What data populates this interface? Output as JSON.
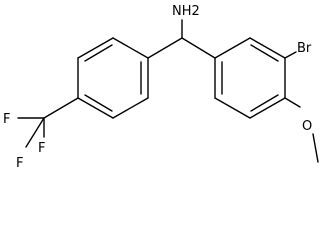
{
  "molecule": {
    "labels": {
      "nh2": "NH2",
      "br": "Br",
      "o": "O",
      "f_top": "F",
      "f_left": "F",
      "f_bottom": "F"
    }
  }
}
